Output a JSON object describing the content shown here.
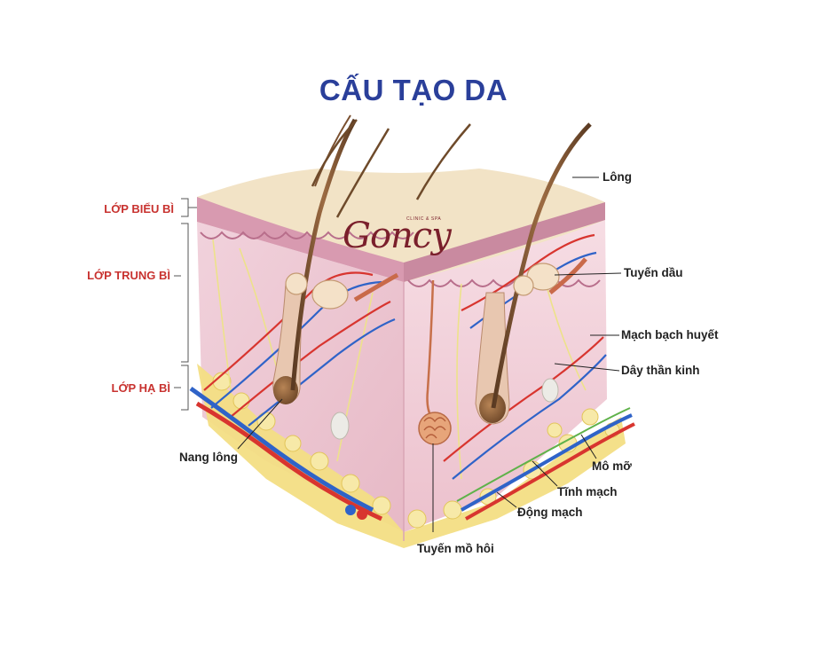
{
  "title": "CẤU TẠO DA",
  "brand": {
    "name": "Goncy",
    "subtitle": "CLINIC & SPA"
  },
  "layers": {
    "epidermis": "LỚP BIỂU BÌ",
    "dermis": "LỚP TRUNG BÌ",
    "hypodermis": "LỚP HẠ BÌ"
  },
  "parts": {
    "hair": "Lông",
    "sebaceous_gland": "Tuyến dầu",
    "lymph_vessel": "Mạch bạch huyết",
    "nerve": "Dây thần kinh",
    "fat": "Mô mỡ",
    "vein": "Tĩnh mạch",
    "artery": "Động mạch",
    "sweat_gland": "Tuyến mồ hôi",
    "hair_follicle": "Nang lông"
  },
  "colors": {
    "title": "#2a3f9a",
    "layer_label": "#c8322f",
    "brand": "#7a1f2b",
    "artery": "#d8352f",
    "vein": "#2f63c8",
    "nerve": "#f2e98a",
    "fat": "#f3de84",
    "epidermis": "#f2e3c6",
    "dermis": "#f0ccd6"
  }
}
